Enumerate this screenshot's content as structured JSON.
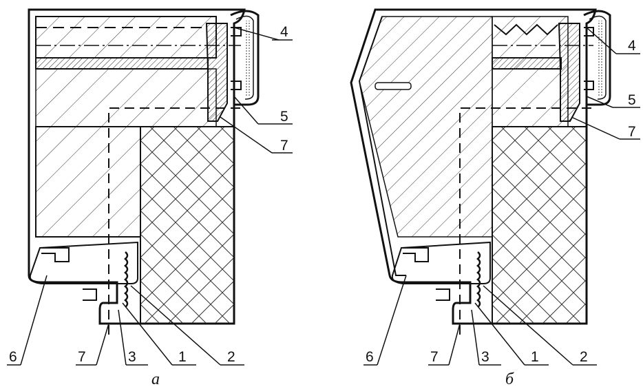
{
  "panels": [
    {
      "id": "a",
      "caption": "а",
      "callouts": [
        "4",
        "5",
        "7",
        "6",
        "7",
        "3",
        "1",
        "2"
      ]
    },
    {
      "id": "b",
      "caption": "б",
      "callouts": [
        "4",
        "5",
        "7",
        "6",
        "7",
        "3",
        "1",
        "2"
      ]
    }
  ],
  "colors": {
    "line": "#111111",
    "background": "#ffffff"
  }
}
